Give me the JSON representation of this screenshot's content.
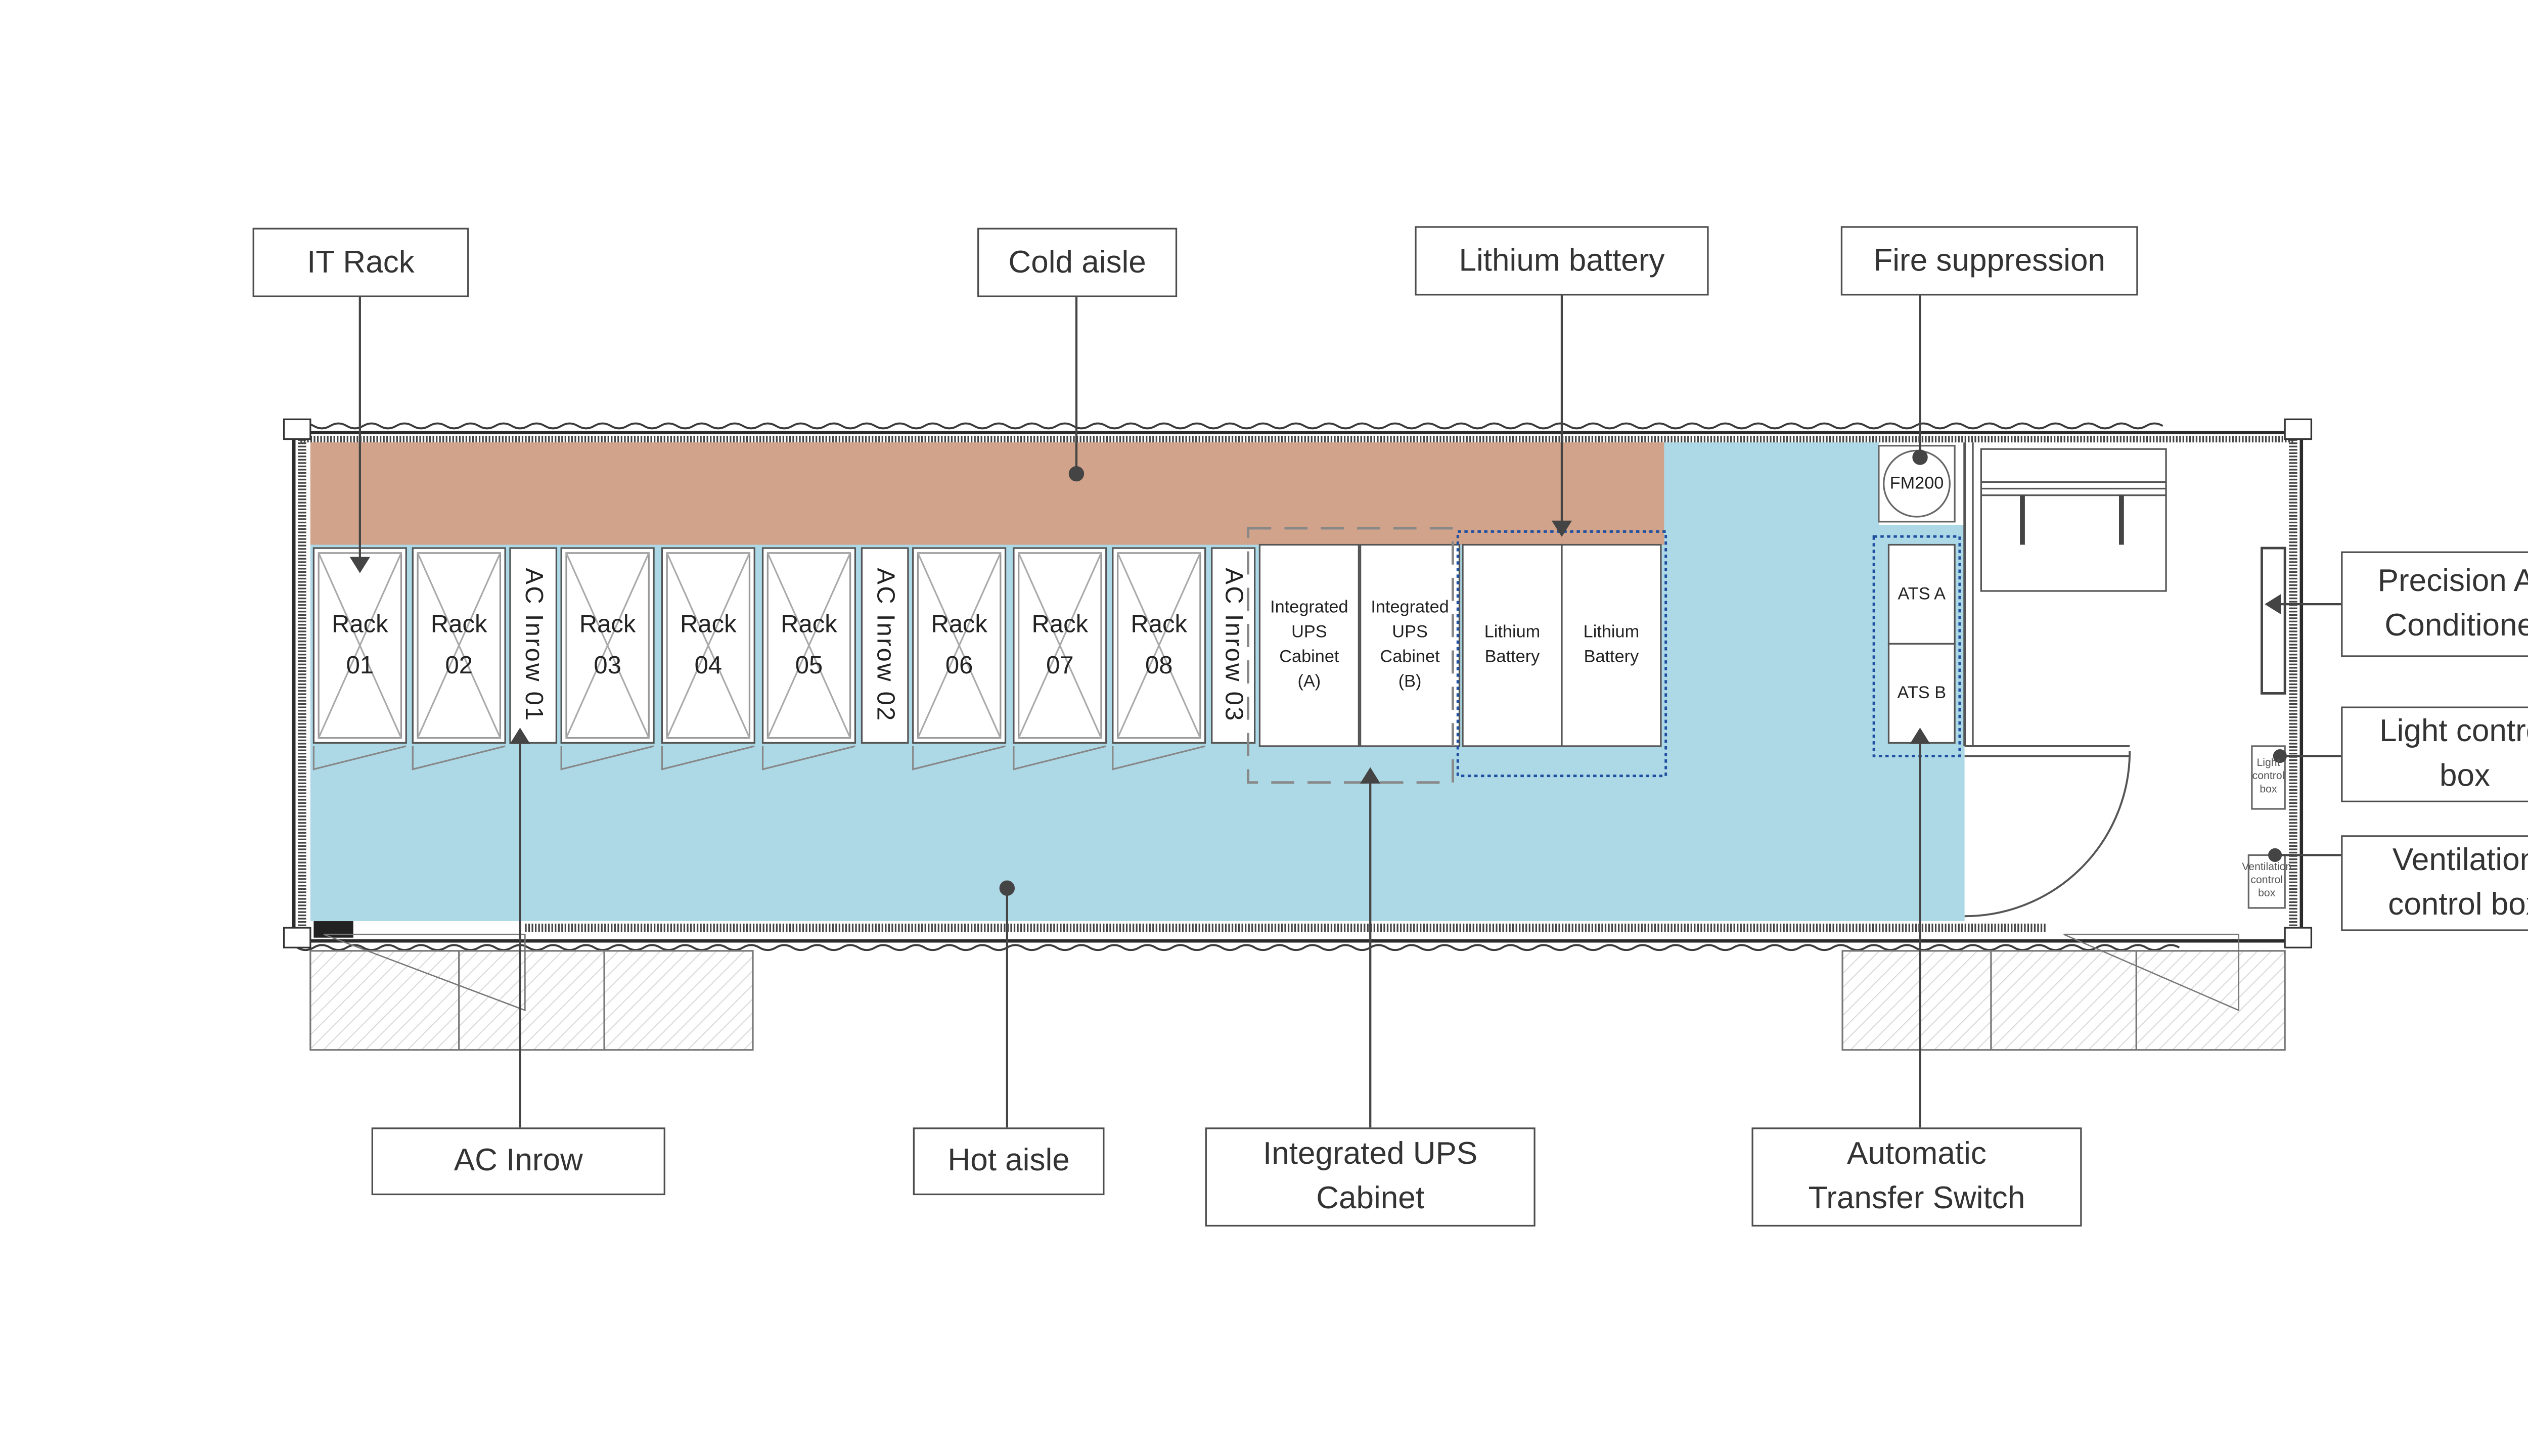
{
  "callouts": {
    "it_rack": "IT Rack",
    "cold_aisle": "Cold aisle",
    "lithium_battery": "Lithium battery",
    "fire_suppression": "Fire suppression",
    "precision_ac": "Precision Air\nConditioner",
    "light_control": "Light control\nbox",
    "ventilation_control": "Ventilation\ncontrol box",
    "ac_inrow": "AC Inrow",
    "hot_aisle": "Hot aisle",
    "integrated_ups": "Integrated UPS\nCabinet",
    "ats": "Automatic\nTransfer Switch"
  },
  "equipment": {
    "racks": [
      "Rack\n01",
      "Rack\n02",
      "Rack\n03",
      "Rack\n04",
      "Rack\n05",
      "Rack\n06",
      "Rack\n07",
      "Rack\n08"
    ],
    "ac_inrow": [
      "AC Inrow 01",
      "AC Inrow 02",
      "AC Inrow 03"
    ],
    "ups": [
      "Integrated\nUPS Cabinet\n(A)",
      "Integrated\nUPS Cabinet\n(B)"
    ],
    "battery": [
      "Lithium\nBattery",
      "Lithium\nBattery"
    ],
    "fm200": "FM200",
    "ats": [
      "ATS A",
      "ATS B"
    ],
    "light_box": "Light\ncontrol\nbox",
    "vent_box": "Ventilation\ncontrol\nbox"
  },
  "colors": {
    "cold_aisle": "#d1a38b",
    "hot_aisle": "#add8e6",
    "wall": "#2b2b2b",
    "battery_outline": "#1f4fa0"
  }
}
